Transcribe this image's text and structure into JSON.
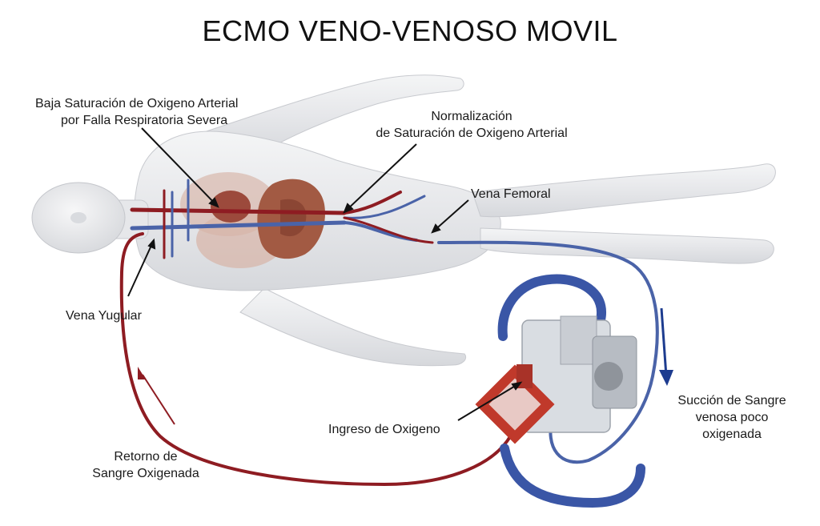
{
  "title": "ECMO VENO-VENOSO MOVIL",
  "labels": {
    "low_saturation_line1": "Baja Saturación de Oxigeno Arterial",
    "low_saturation_line2": "por Falla Respiratoria Severa",
    "normalization_line1": "Normalización",
    "normalization_line2": "de Saturación de Oxigeno Arterial",
    "femoral_vein": "Vena Femoral",
    "jugular_vein": "Vena Yugular",
    "oxygen_inlet": "Ingreso de Oxigeno",
    "suction_line1": "Succión de Sangre",
    "suction_line2": "venosa poco",
    "suction_line3": "oxigenada",
    "return_line1": "Retorno de",
    "return_line2": "Sangre Oxigenada"
  },
  "colors": {
    "venous": "#4a63a8",
    "arterial": "#8e1c22",
    "body": "#e9eaec",
    "organs": "#a25a43",
    "device_frame": "#3a56a6",
    "oxygenator": "#c0392b"
  }
}
